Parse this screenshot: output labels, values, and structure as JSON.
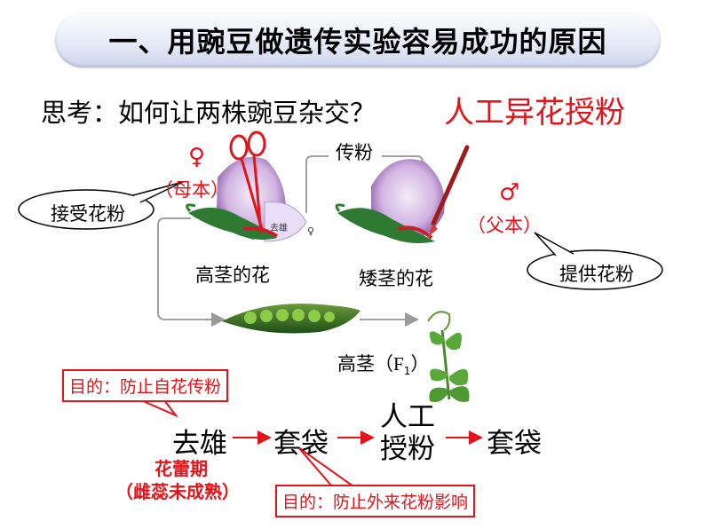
{
  "title": "一、用豌豆做遗传实验容易成功的原因",
  "question": "思考：如何让两株豌豆杂交？",
  "answer": "人工异花授粉",
  "diagram": {
    "female_symbol": "♀",
    "male_symbol": "♂",
    "mother_label": "（母本）",
    "father_label": "（父本）",
    "pollination_label": "传粉",
    "receive_pollen": "接受花粉",
    "provide_pollen": "提供花粉",
    "tall_flower": "高茎的花",
    "short_flower": "矮茎的花",
    "emasculated_tag": "去雄",
    "small_female": "♀",
    "f1_prefix": "高茎（",
    "f1_text": "F",
    "f1_sub": "1",
    "f1_suffix": "）"
  },
  "process": {
    "purpose1": "目的：防止自花传粉",
    "step1": "去雄",
    "step2": "套袋",
    "step3_line1": "人工",
    "step3_line2": "授粉",
    "step4": "套袋",
    "bud_stage": "花蕾期",
    "bud_note": "（雌蕊未成熟）",
    "purpose2": "目的：防止外来花粉影响"
  },
  "colors": {
    "accent": "#e1131b",
    "leaf": "#3e8a2f",
    "petal": "#c8a6d8"
  }
}
